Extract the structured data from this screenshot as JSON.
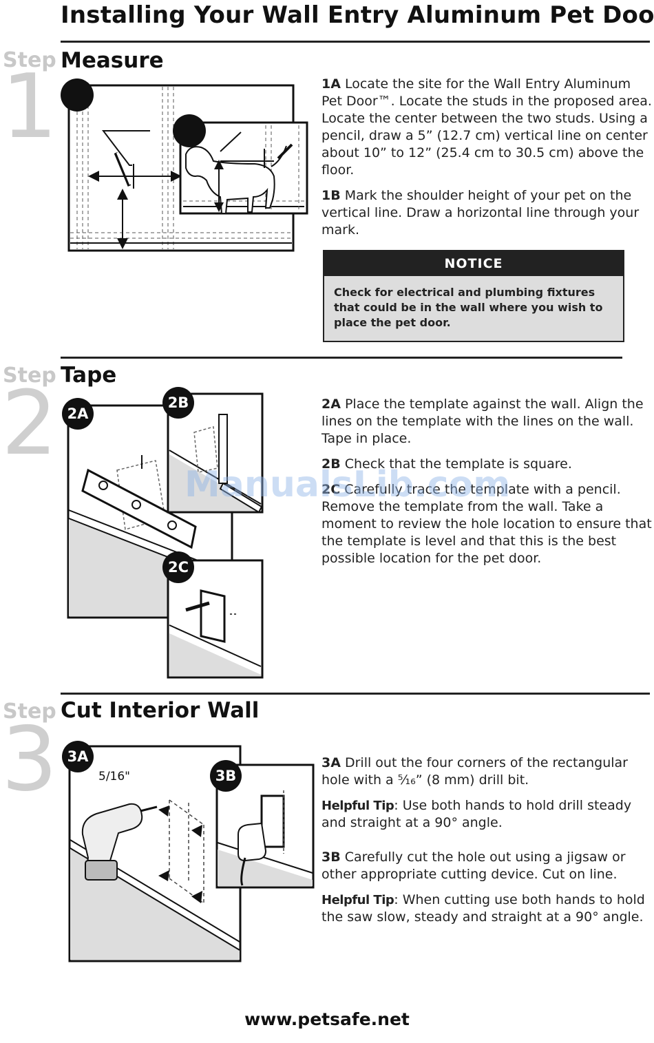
{
  "title": "Installing Your Wall Entry Aluminum Pet Door",
  "title_mark": "™",
  "steps": [
    {
      "word": "Step",
      "number": "1",
      "title": "Measure",
      "paragraphs": [
        {
          "label": "1A",
          "text": " Locate the site for the Wall Entry Aluminum Pet Door™. Locate the studs in the proposed area. Locate the center between the two studs. Using a pencil, draw a 5” (12.7 cm) vertical line on center about 10” to 12” (25.4 cm to 30.5 cm) above the floor."
        },
        {
          "label": "1B",
          "text": " Mark the shoulder height of your pet on the vertical line. Draw a horizontal line through your mark."
        }
      ],
      "notice": {
        "heading": "NOTICE",
        "body": "Check for electrical and plumbing fixtures that could be in the wall where you wish to place the pet door."
      }
    },
    {
      "word": "Step",
      "number": "2",
      "title": "Tape",
      "badges": [
        "2A",
        "2B",
        "2C"
      ],
      "paragraphs": [
        {
          "label": "2A",
          "text": " Place the template against the wall. Align the lines on the template with the lines on the wall. Tape in place."
        },
        {
          "label": "2B",
          "text": " Check that the template is square."
        },
        {
          "label": "2C",
          "text": " Carefully trace the template with a pencil. Remove the template from the wall. Take a moment to review the hole location to ensure that the template is level and that this is the best possible location for the pet door."
        }
      ]
    },
    {
      "word": "Step",
      "number": "3",
      "title": "Cut Interior Wall",
      "badges": [
        "3A",
        "3B"
      ],
      "drill_label": "5/16\"",
      "paragraphs": [
        {
          "label": "3A",
          "text": " Drill out the four corners of the rectangular hole with a ⁵⁄₁₆” (8 mm) drill bit."
        },
        {
          "label": "Helpful Tip",
          "text": ": Use both hands to hold drill steady and straight at a 90° angle."
        },
        {
          "label": "3B",
          "text": " Carefully cut the hole out using a jigsaw or other appropriate cutting device. Cut on line."
        },
        {
          "label": "Helpful Tip",
          "text": ": When cutting use both hands to hold the saw slow, steady and straight at a 90° angle."
        }
      ]
    }
  ],
  "watermark": "ManualsLib.com",
  "footer": "www.petsafe.net"
}
